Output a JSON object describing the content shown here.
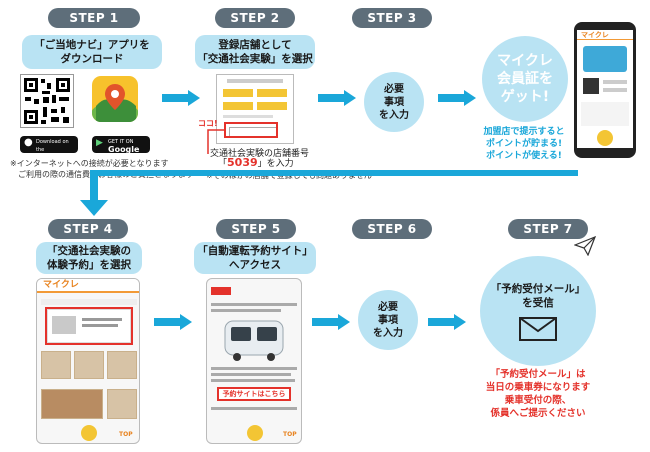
{
  "steps": [
    {
      "label": "STEP 1",
      "bubble_lines": [
        "「ご当地ナビ」アプリを",
        "ダウンロード"
      ]
    },
    {
      "label": "STEP 2",
      "bubble_lines": [
        "登録店舗として",
        "「交通社会実験」を選択"
      ]
    },
    {
      "label": "STEP 3",
      "circle_lines": [
        "必要",
        "事項",
        "を入力"
      ]
    },
    {
      "label": "STEP 4",
      "bubble_lines": [
        "「交通社会実験の",
        "体験予約」を選択"
      ]
    },
    {
      "label": "STEP 5",
      "bubble_lines": [
        "「自動運転予約サイト」",
        "へアクセス"
      ]
    },
    {
      "label": "STEP 6",
      "circle_lines": [
        "必要",
        "事項",
        "を入力"
      ]
    },
    {
      "label": "STEP 7",
      "circle_lines": [
        "「予約受付メール」",
        "を受信"
      ]
    }
  ],
  "step1": {
    "app_store": {
      "small": "Download on the",
      "big": "App Store"
    },
    "google_play": {
      "small": "GET IT ON",
      "big": "Google Play"
    },
    "notes": [
      "※インターネットへの接続が必要となります",
      "ご利用の際の通信費はお客様のご負担となります"
    ]
  },
  "step2": {
    "koko": "ココ!",
    "store_no_label": "交通社会実験の店舗番号",
    "store_no_pre": "「",
    "store_no": "5039",
    "store_no_post": "」を入力",
    "note": "※そのほかの店舗で登録しても問題ありません"
  },
  "card": {
    "lines": [
      "マイクレ",
      "会員証を",
      "ゲット!"
    ],
    "benefit_lines": [
      "加盟店で提示すると",
      "ポイントが貯まる!",
      "ポイントが使える!"
    ]
  },
  "phones": {
    "app_name": "マイクレ",
    "top_label": "TOP"
  },
  "step5": {
    "banner_text": "予約サイトはこちら"
  },
  "step7": {
    "result_lines_red": [
      "「予約受付メール」は"
    ],
    "result_lines_black": [
      "当日の乗車券になります",
      "乗車受付の際、"
    ],
    "result_last_red": "係員へご提示",
    "result_last_black": "ください"
  },
  "colors": {
    "pill": "#5e6e7a",
    "bubble": "#b9e3f3",
    "arrow": "#1aa7d9",
    "red": "#e4322b",
    "orange": "#f29a36"
  }
}
